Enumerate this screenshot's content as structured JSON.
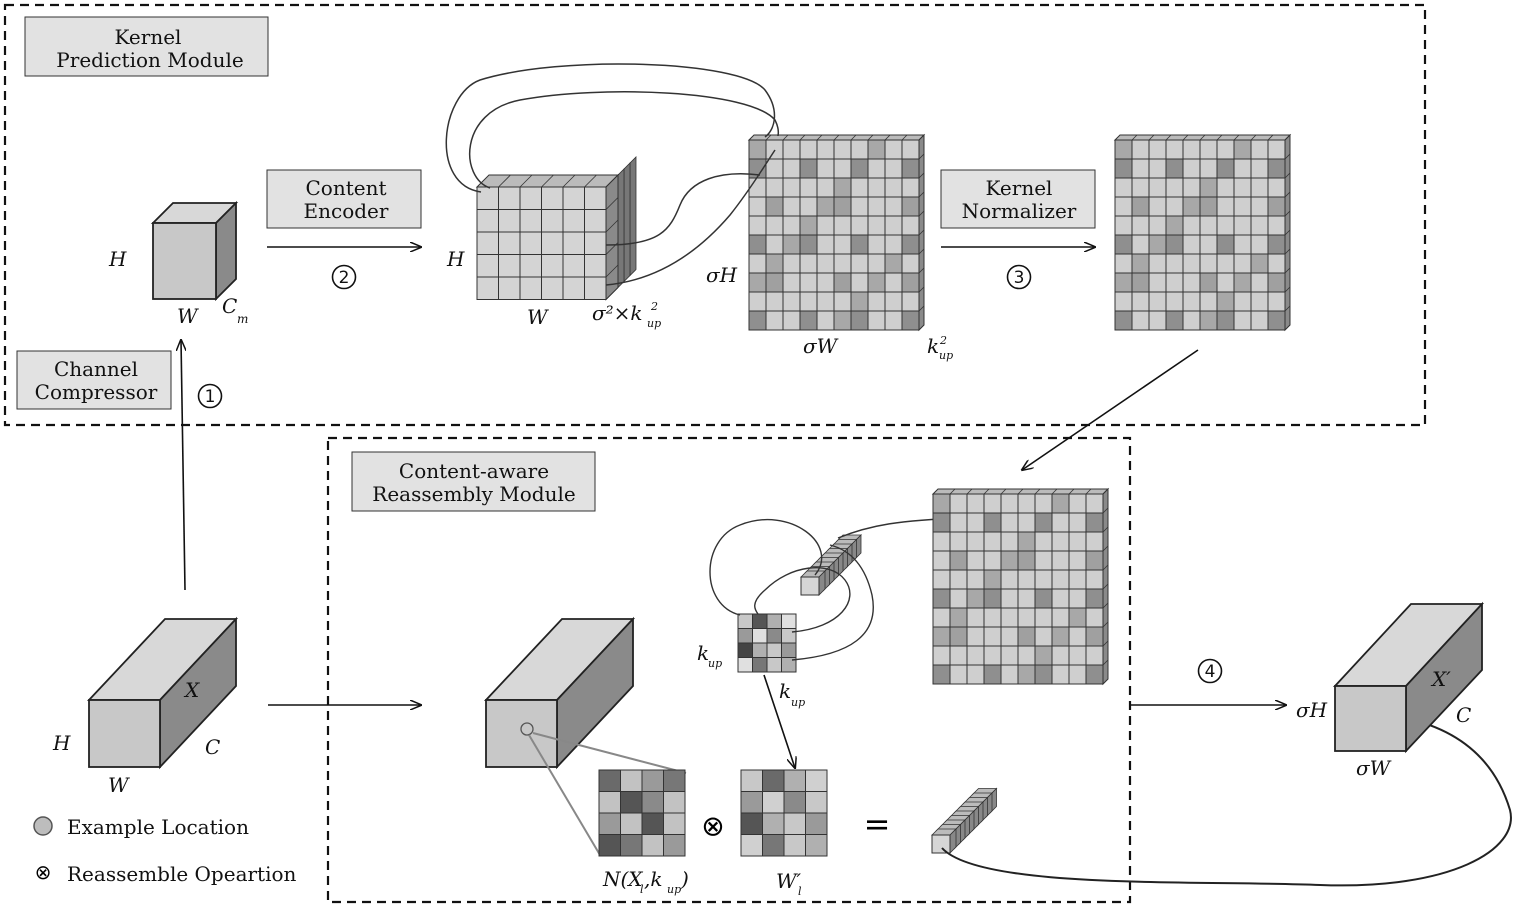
{
  "modules": {
    "kernel_prediction": [
      "Kernel",
      "Prediction Module"
    ],
    "content_encoder": [
      "Content",
      "Encoder"
    ],
    "kernel_normalizer": [
      "Kernel",
      "Normalizer"
    ],
    "channel_compressor": [
      "Channel",
      "Compressor"
    ],
    "content_aware": [
      "Content-aware",
      "Reassembly Module"
    ]
  },
  "steps": [
    "1",
    "2",
    "3",
    "4"
  ],
  "labels": {
    "H": "H",
    "W": "W",
    "C": "C",
    "Cm_base": "C",
    "Cm_sub": "m",
    "X": "X",
    "X_prime": "X′",
    "sigmaH": "σH",
    "sigmaW": "σW",
    "sigma2_kup2": "σ²×k",
    "kup_base": "k",
    "up_sub": "up",
    "sq": "2",
    "N_expr_a": "N(X",
    "N_expr_l": "l",
    "N_expr_b": ",k",
    "N_expr_c": ")",
    "W_l_base": "W′",
    "W_l_sub": "l",
    "otimes": "⊗",
    "equals": "="
  },
  "legend": {
    "example_location": "Example Location",
    "reassemble_op": "Reassemble Opeartion"
  }
}
